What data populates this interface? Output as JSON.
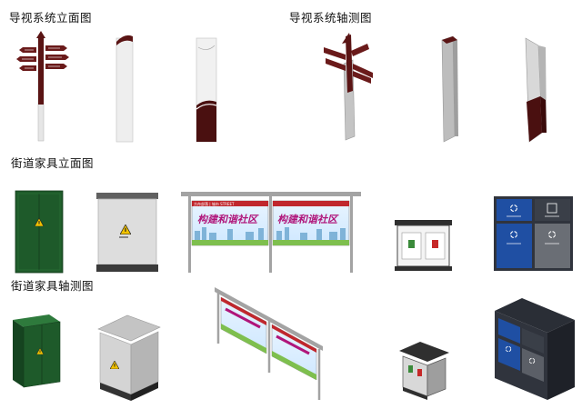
{
  "headings": {
    "signage_elevation": "导视系统立面图",
    "signage_axonometric": "导视系统轴测图",
    "furniture_elevation": "街道家具立面图",
    "furniture_axonometric": "街道家具轴测图"
  },
  "billboard": {
    "header_left": "方舟部落 | 城市 STREET",
    "slogan": "构建和谐社区"
  },
  "colors": {
    "signpost_brown": "#5a1414",
    "cabinet_green": "#1e5a2a",
    "cabinet_gray": "#dcdcdc",
    "bin_blue": "#1f4fa3",
    "bin_dark": "#2f3440",
    "frame_gray": "#9a9a9a"
  },
  "icons": [
    "warning-triangle-icon",
    "recycle-icon"
  ]
}
